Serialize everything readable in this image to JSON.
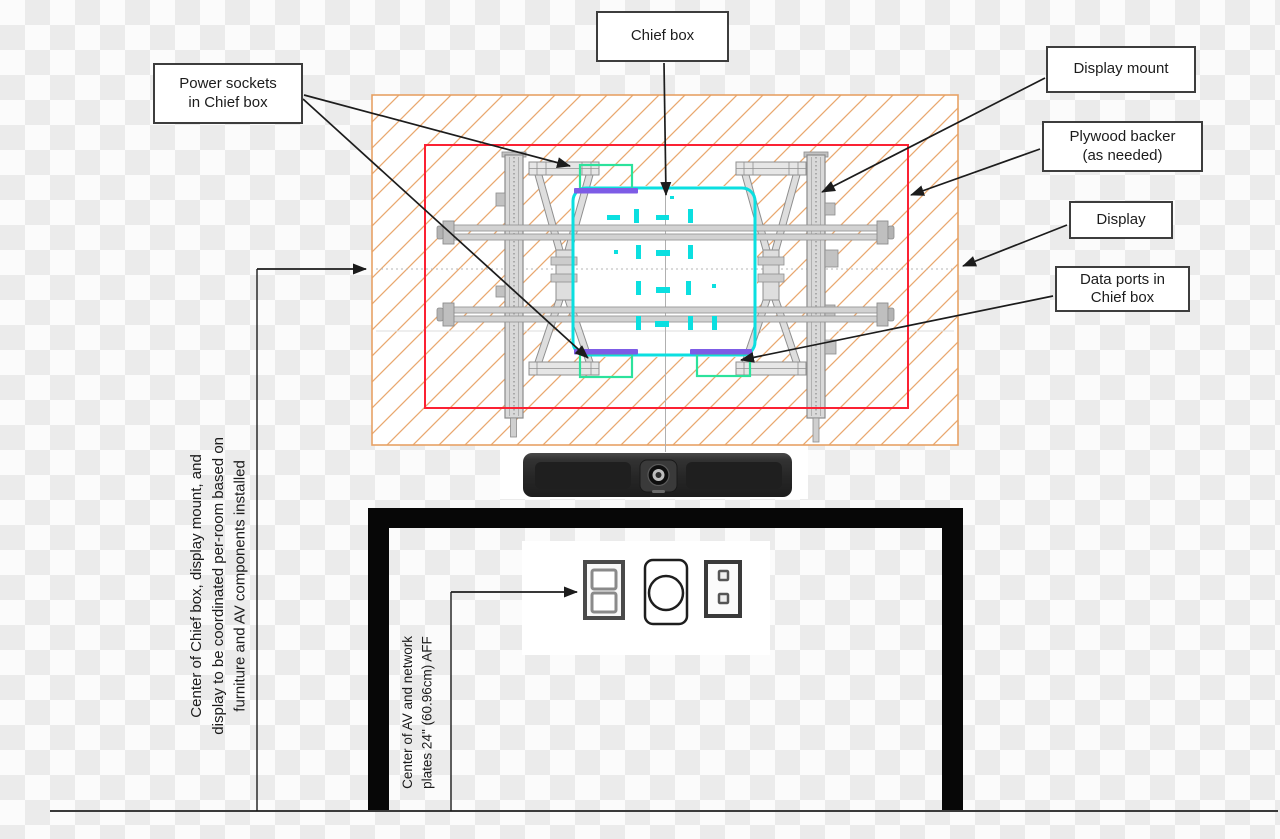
{
  "diagram": {
    "callouts": {
      "chief_box": "Chief box",
      "power_sockets": "Power sockets\nin Chief box",
      "display_mount": "Display mount",
      "plywood_backer": "Plywood backer\n(as needed)",
      "display": "Display",
      "data_ports": "Data ports in\nChief box"
    },
    "notes": {
      "center_coordination": "Center of Chief box, display mount, and\ndisplay to be coordinated per-room based on\nfurniture and AV components installed",
      "plate_height": "Center of AV and network\nplates 24\" (60.96cm) AFF"
    },
    "colors": {
      "plywood_hatch": "#e9a870",
      "display_outline_red": "#fb2133",
      "chief_box_cyan": "#0bdfe0",
      "power_socket_purple": "#7d5ce6",
      "gang_box_green": "#2ce29c",
      "mount_gray": "#9b9b9b",
      "table_black": "#070707"
    }
  }
}
